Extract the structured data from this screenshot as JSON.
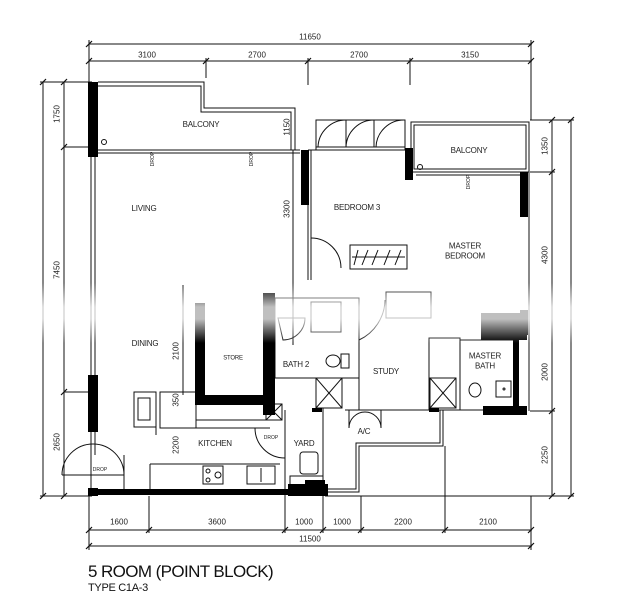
{
  "plan": {
    "title": "5 ROOM (POINT BLOCK)",
    "subtitle": "TYPE C1A-3"
  },
  "rooms": {
    "balcony_left": "BALCONY",
    "balcony_right": "BALCONY",
    "living": "LIVING",
    "dining": "DINING",
    "bedroom3": "BEDROOM 3",
    "master_bedroom": "MASTER\nBEDROOM",
    "store": "STORE",
    "bath2": "BATH 2",
    "study": "STUDY",
    "master_bath": "MASTER\nBATH",
    "kitchen": "KITCHEN",
    "yard": "YARD",
    "ac": "A/C"
  },
  "annotations": {
    "drop": "DROP",
    "drop_50": "50\nDROP"
  },
  "dimensions": {
    "top_total": "11650",
    "top_segments": [
      "3100",
      "2700",
      "2700",
      "3150"
    ],
    "bottom_total": "11500",
    "bottom_segments": [
      "1600",
      "3600",
      "1000",
      "1000",
      "2200",
      "2100"
    ],
    "left_total": "7450",
    "left_segments": [
      "1750",
      "2650"
    ],
    "right_segments": [
      "1350",
      "4300",
      "2000",
      "2250"
    ],
    "interior": {
      "balcony_depth": "1150",
      "living_depth": "3300",
      "dining_depth": "2100",
      "kitchen_depth": "2200",
      "small": "350"
    }
  },
  "colors": {
    "wall": "#000000",
    "line": "#111111",
    "background": "#ffffff"
  }
}
